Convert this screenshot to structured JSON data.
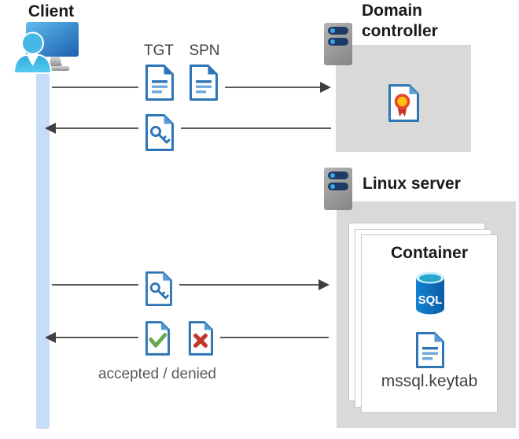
{
  "client": {
    "label": "Client"
  },
  "domain_controller": {
    "label": "Domain controller"
  },
  "linux_server": {
    "label": "Linux server"
  },
  "container": {
    "label": "Container",
    "sql_label": "SQL",
    "keytab_label": "mssql.keytab"
  },
  "messages": {
    "request": {
      "labels": [
        "TGT",
        "SPN"
      ],
      "direction": "right"
    },
    "ticket_response": {
      "direction": "left",
      "icon": "ticket-key-document"
    },
    "ticket_to_server": {
      "direction": "right",
      "icon": "ticket-key-document"
    },
    "auth_result": {
      "direction": "left",
      "caption": "accepted / denied",
      "icons": [
        "accepted-document",
        "denied-document"
      ]
    }
  },
  "icons": {
    "client": "user-with-monitor",
    "server": "server-tower",
    "certificate": "certificate-document",
    "ticket": "key-document",
    "accepted": "check-document",
    "denied": "cross-document",
    "database": "sql-database-cylinder",
    "file": "text-document"
  },
  "colors": {
    "doc_border": "#2e75b6",
    "doc_fold_light": "#5b9bd5",
    "doc_line_light": "#6fa8dc",
    "check_green": "#68a74e",
    "cross_red": "#c0392b",
    "cert_ring": "#e8432e",
    "cert_center": "#ffc20e",
    "node_box_gray": "#d9d9d9",
    "lifeline_blue": "#c6dcf8",
    "arrow_gray": "#595959"
  }
}
